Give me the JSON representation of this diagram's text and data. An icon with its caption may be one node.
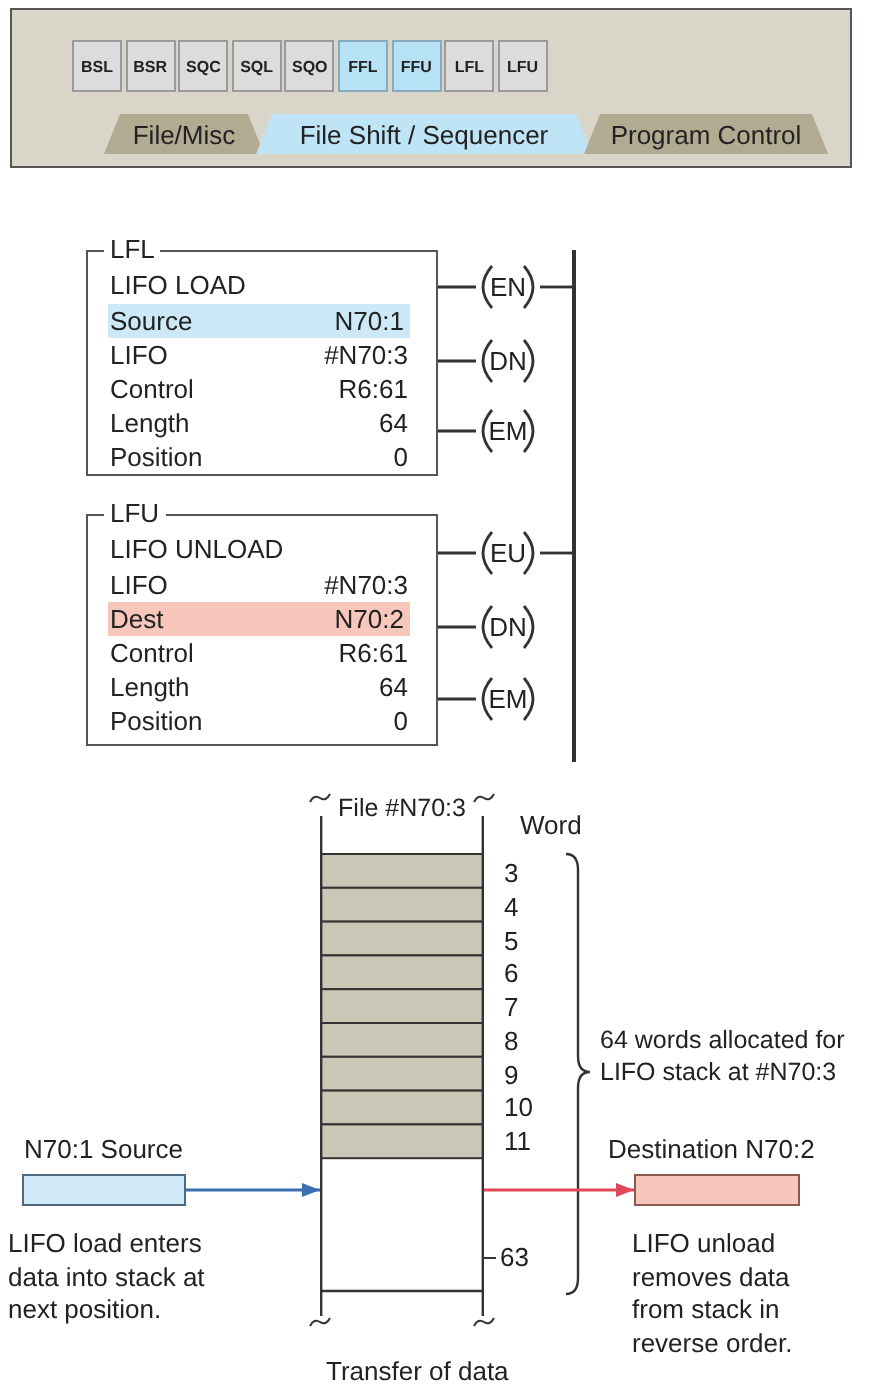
{
  "diagram": {
    "nodes": [
      {
        "text": [
          "LFL",
          "LIFO LOAD",
          "LIFO",
          "#N70:3",
          "Control",
          "R6:61",
          "Length",
          "64",
          "Position",
          "0"
        ]
      },
      {
        "text": [
          "Source",
          "N70:1"
        ],
        "in": 0
      },
      {
        "text": [
          "EN"
        ]
      },
      {
        "text": [
          "DN"
        ]
      },
      {
        "text": [
          "EM"
        ]
      },
      {
        "text": [
          "LFU",
          "LIFO UNLOAD",
          "LIFO",
          "#N70:3",
          "Control",
          "R6:61",
          "Length",
          "64",
          "Position",
          "0"
        ]
      },
      {
        "text": [
          "Dest",
          "N70:2"
        ],
        "in": 5
      },
      {
        "text": [
          "EU"
        ]
      },
      {
        "text": [
          "DN"
        ]
      },
      {
        "text": [
          "EM"
        ]
      },
      {
        "text": [],
        "shape": "bar"
      },
      {
        "text": [
          "File #N70:3"
        ]
      },
      {
        "text": [
          "N70:1 Source"
        ],
        "beside": [
          "LIFO load enters data into stack at next position."
        ]
      },
      {
        "text": [
          "Destination N70:2"
        ],
        "beside": [
          "LIFO unload removes data from stack in reverse order."
        ]
      }
    ],
    "edges": [
      {
        "from": 0,
        "to": 2,
        "arrow": "none"
      },
      {
        "from": 0,
        "to": 3,
        "arrow": "none"
      },
      {
        "from": 0,
        "to": 4,
        "arrow": "none"
      },
      {
        "from": 2,
        "to": 10,
        "arrow": "none"
      },
      {
        "from": 5,
        "to": 7,
        "arrow": "none"
      },
      {
        "from": 5,
        "to": 8,
        "arrow": "none"
      },
      {
        "from": 5,
        "to": 9,
        "arrow": "none"
      },
      {
        "from": 7,
        "to": 10,
        "arrow": "none"
      },
      {
        "from": 12,
        "to": 11,
        "arrow": "to",
        "color": "#3b6fb0"
      },
      {
        "from": 11,
        "to": 13,
        "arrow": "to",
        "color": "#e04858"
      }
    ],
    "labels": [
      "BSL",
      "BSR",
      "SQC",
      "SQL",
      "SQO",
      "FFL",
      "FFU",
      "LFL",
      "LFU",
      "File/Misc",
      "File Shift / Sequencer",
      "Program Control",
      "Word",
      "3",
      "4",
      "5",
      "6",
      "7",
      "8",
      "9",
      "10",
      "11",
      "63",
      "64 words allocated for LIFO stack at #N70:3",
      "Transfer of data"
    ]
  }
}
